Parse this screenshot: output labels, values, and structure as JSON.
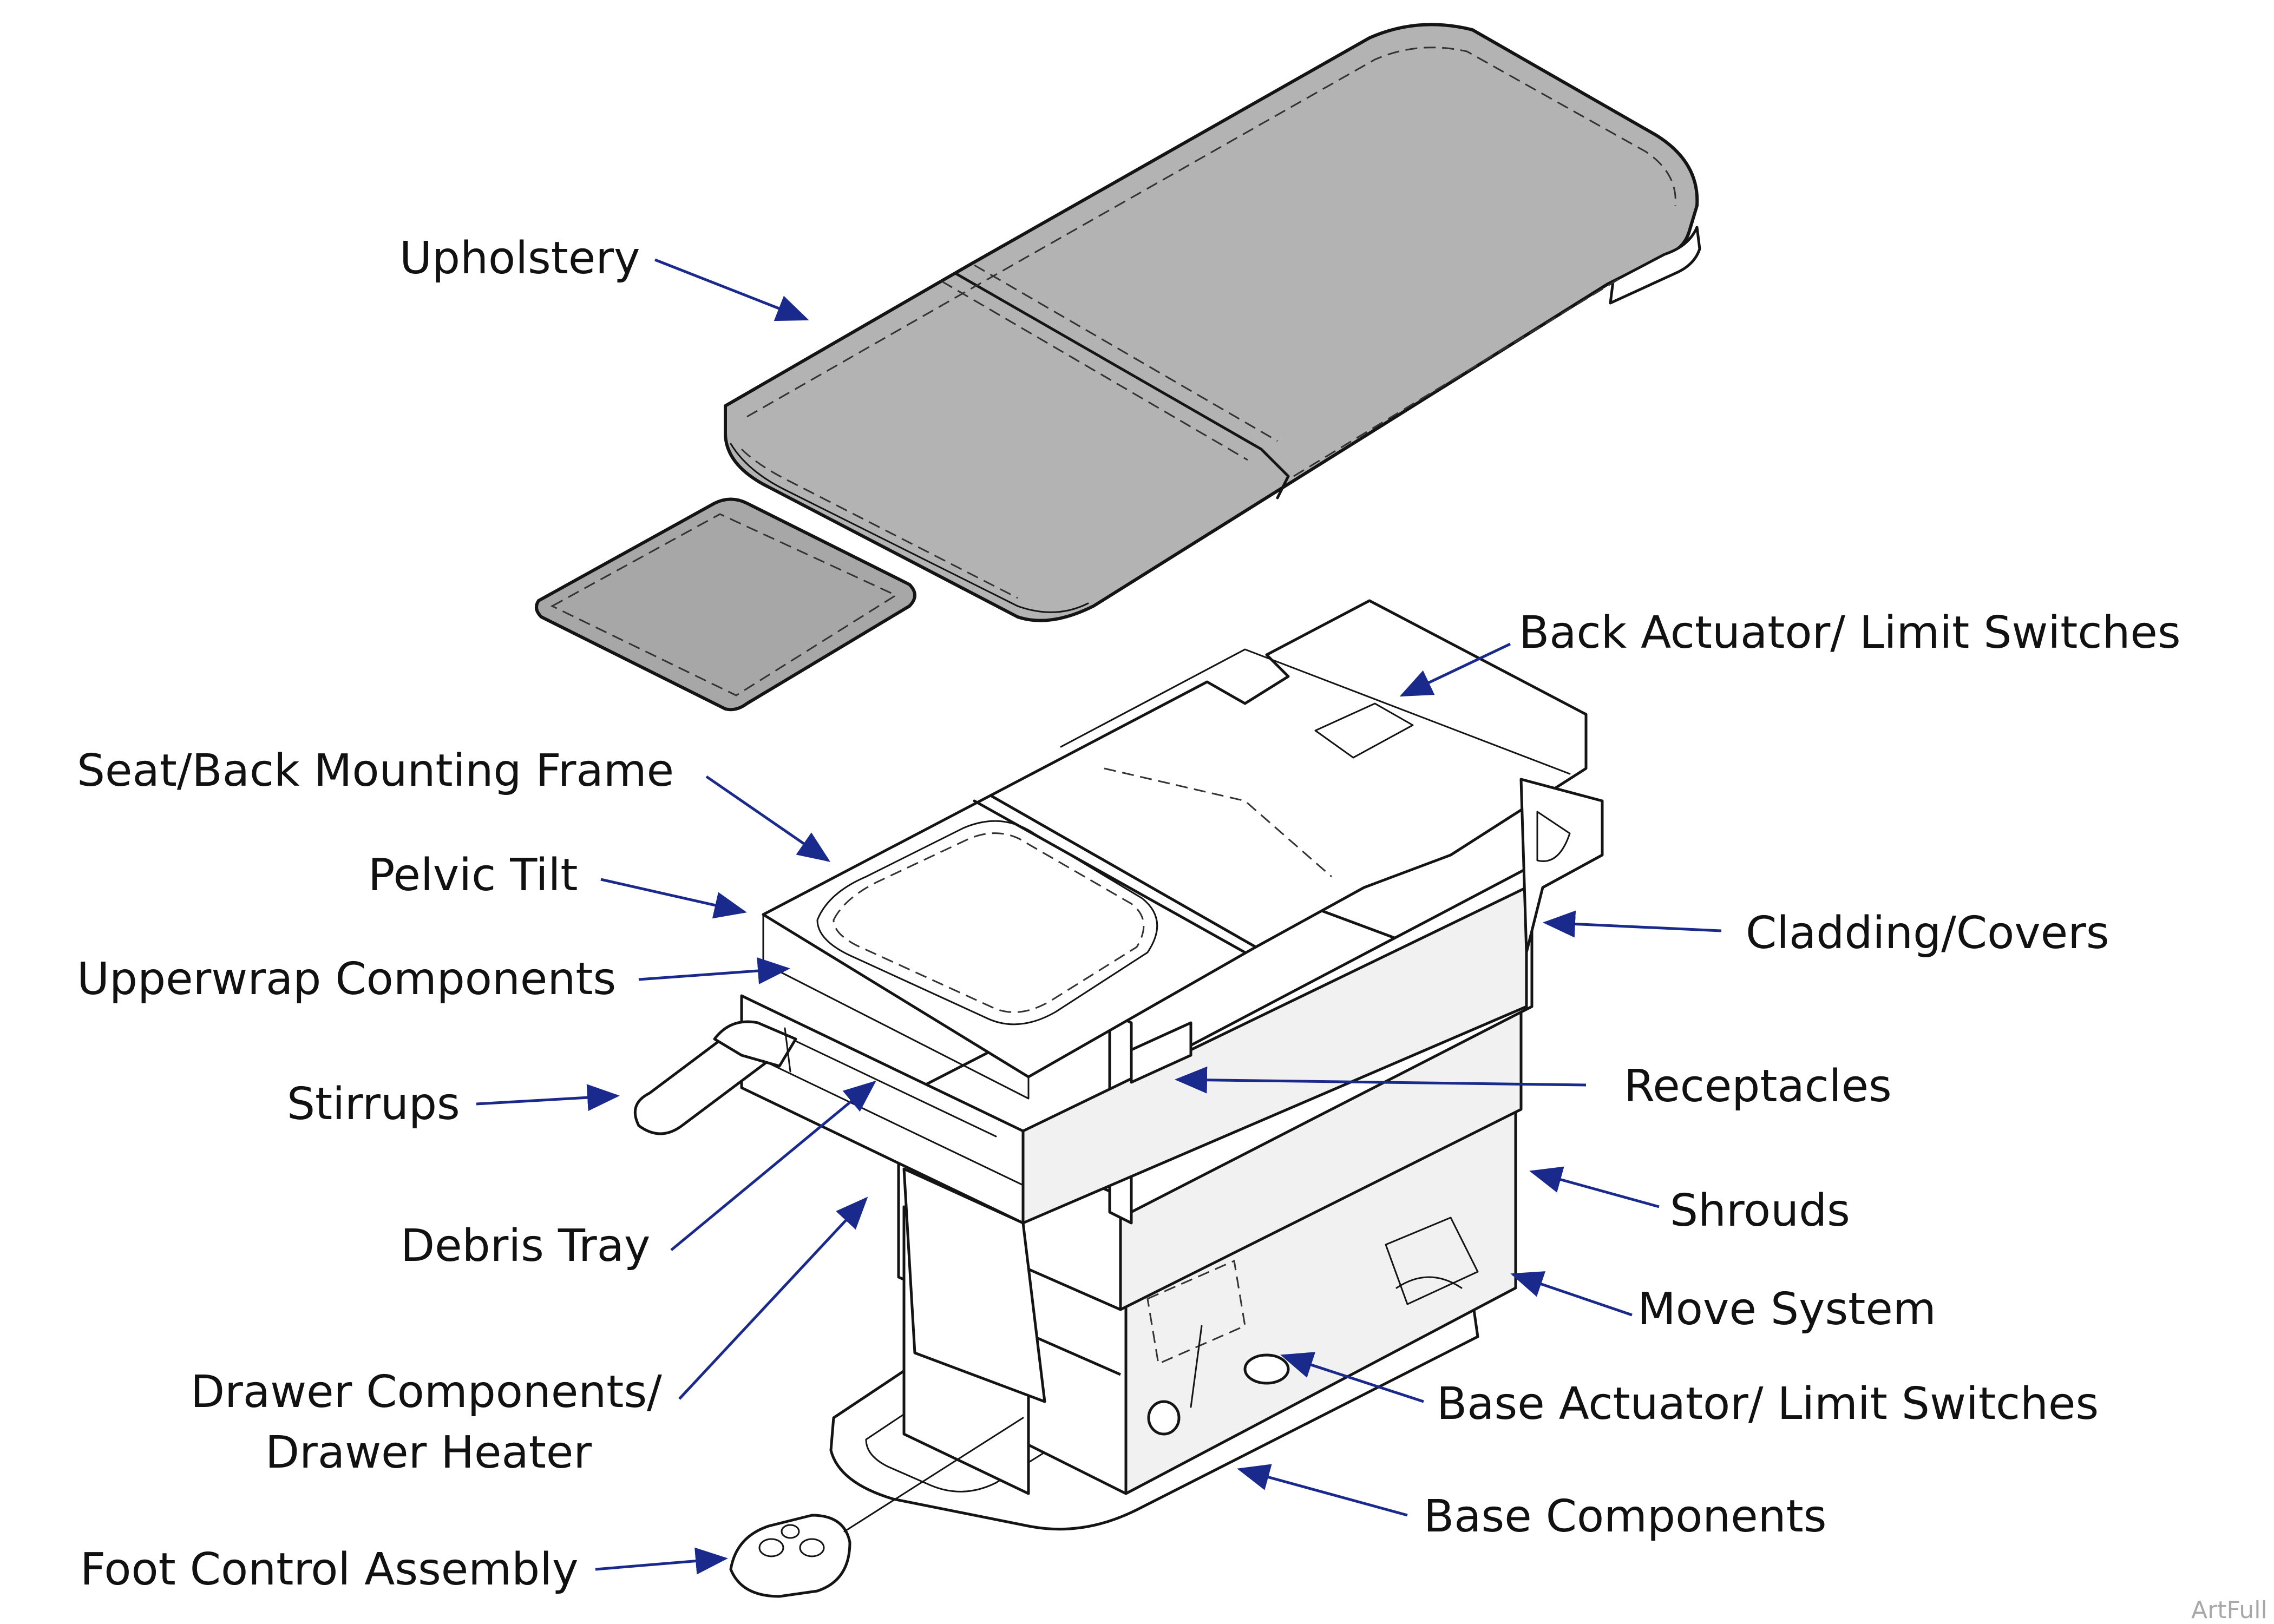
{
  "diagram": {
    "accent_color": "#1a2a8c",
    "watermark": "ArtFull",
    "labels": [
      {
        "id": "upholstery",
        "text": "Upholstery"
      },
      {
        "id": "back-actuator",
        "text": "Back Actuator/ Limit Switches"
      },
      {
        "id": "seat-back-frame",
        "text": "Seat/Back Mounting Frame"
      },
      {
        "id": "pelvic-tilt",
        "text": "Pelvic Tilt"
      },
      {
        "id": "cladding",
        "text": "Cladding/Covers"
      },
      {
        "id": "upperwrap",
        "text": "Upperwrap Components"
      },
      {
        "id": "receptacles",
        "text": "Receptacles"
      },
      {
        "id": "stirrups",
        "text": "Stirrups"
      },
      {
        "id": "shrouds",
        "text": "Shrouds"
      },
      {
        "id": "debris-tray",
        "text": "Debris Tray"
      },
      {
        "id": "move-system",
        "text": "Move System"
      },
      {
        "id": "drawer-line1",
        "text": "Drawer Components/"
      },
      {
        "id": "drawer-line2",
        "text": "Drawer Heater"
      },
      {
        "id": "base-actuator",
        "text": "Base Actuator/ Limit Switches"
      },
      {
        "id": "base-components",
        "text": "Base Components"
      },
      {
        "id": "foot-control",
        "text": "Foot Control Assembly"
      }
    ]
  }
}
